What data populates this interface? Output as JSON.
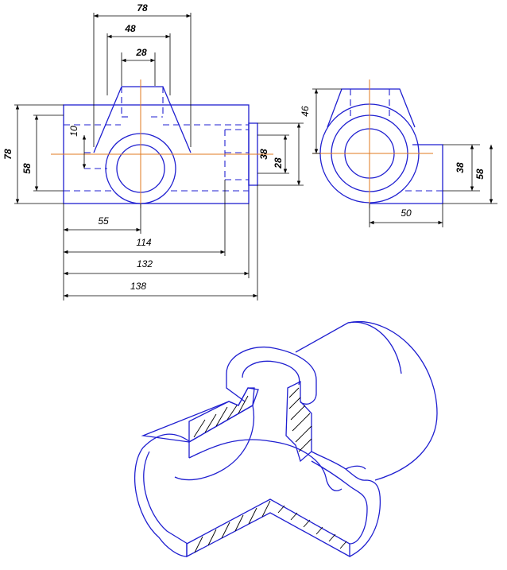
{
  "front_view": {
    "top_dims": [
      "78",
      "48",
      "28"
    ],
    "left_dims": [
      "78",
      "58"
    ],
    "right_dims": [
      "38",
      "28"
    ],
    "v_dim_10": "10",
    "h_dims": [
      "55",
      "114",
      "132",
      "138"
    ]
  },
  "side_view": {
    "h_46": "46",
    "right_dims": [
      "38",
      "58"
    ],
    "bottom_50": "50"
  },
  "colors": {
    "outline": "#1f1fd0",
    "centerline": "#e07a1f",
    "dimension": "#000000"
  }
}
